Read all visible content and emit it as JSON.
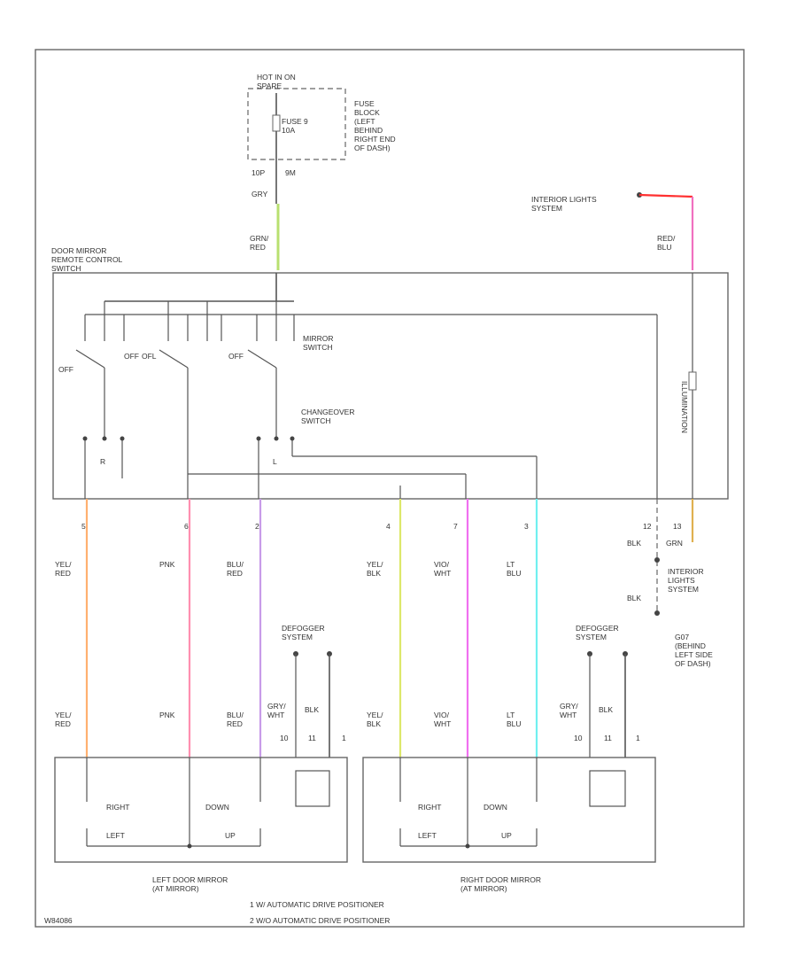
{
  "hot_label": "HOT IN ON\nSPARE",
  "fuse_label": "FUSE 9\n10A",
  "fuse_block_label": "FUSE\nBLOCK\n(LEFT\nBEHIND\nRIGHT END\nOF DASH)",
  "pin_top_left": "10P",
  "pin_top_right": "9M",
  "wire_gry": "GRY",
  "wire_grn_red": "GRN/\nRED",
  "interior_lights_top": "INTERIOR LIGHTS\nSYSTEM",
  "wire_red_blu": "RED/\nBLU",
  "switch_label": "DOOR MIRROR\nREMOTE CONTROL\nSWITCH",
  "mirror_switch_label": "MIRROR\nSWITCH",
  "changeover_label": "CHANGEOVER\nSWITCH",
  "illumination_label": "ILLUMINATION",
  "off1": "OFF",
  "off2": "OFF",
  "off3": "OFF",
  "ofl": "OFL",
  "r_label": "R",
  "l_label": "L",
  "pins": {
    "p1": "5",
    "p2": "6",
    "p3": "2",
    "p4": "4",
    "p5": "7",
    "p6": "3",
    "p7": "12",
    "p8": "13",
    "p9": "1"
  },
  "wires_left": {
    "w1": "YEL/\nRED",
    "w2": "PNK",
    "w3": "BLU/\nRED"
  },
  "wires_right": {
    "w4": "YEL/\nBLK",
    "w5": "VIO/\nWHT",
    "w6": "LT\nBLU"
  },
  "blk_grn": "BLK",
  "grn": "GRN",
  "interior_lights_mid": "INTERIOR\nLIGHTS\nSYSTEM",
  "ground_label": "G07\n(BEHIND\nLEFT SIDE\nOF DASH)",
  "blk_lower": "BLK",
  "defogger_left": "DEFOGGER\nSYSTEM",
  "defogger_right": "DEFOGGER\nSYSTEM",
  "gry_wht": "GRY/\nWHT",
  "blk_def": "BLK",
  "pin10": "10",
  "pin11": "11",
  "pin_1": "1",
  "right_label": "RIGHT",
  "left_label": "LEFT",
  "down_label": "DOWN",
  "up_label": "UP",
  "left_mirror_label": "LEFT DOOR MIRROR\n(AT MIRROR)",
  "right_mirror_label": "RIGHT DOOR MIRROR\n(AT MIRROR)",
  "legend_1": "1    W/ AUTOMATIC DRIVE POSITIONER",
  "legend_2": "2    W/O AUTOMATIC DRIVE POSITIONER",
  "diagram_id": "W84086",
  "colors": {
    "yel_red": "#ffb070",
    "pnk": "#ff8fb0",
    "blu_red": "#c89be8",
    "yel_blk": "#dde86a",
    "vio_wht": "#f070f0",
    "lt_blu": "#70f0f0",
    "grn_red": "#b8e070",
    "red_blu": "#f070c0",
    "grn": "#e0b050",
    "red": "#ff3030"
  }
}
